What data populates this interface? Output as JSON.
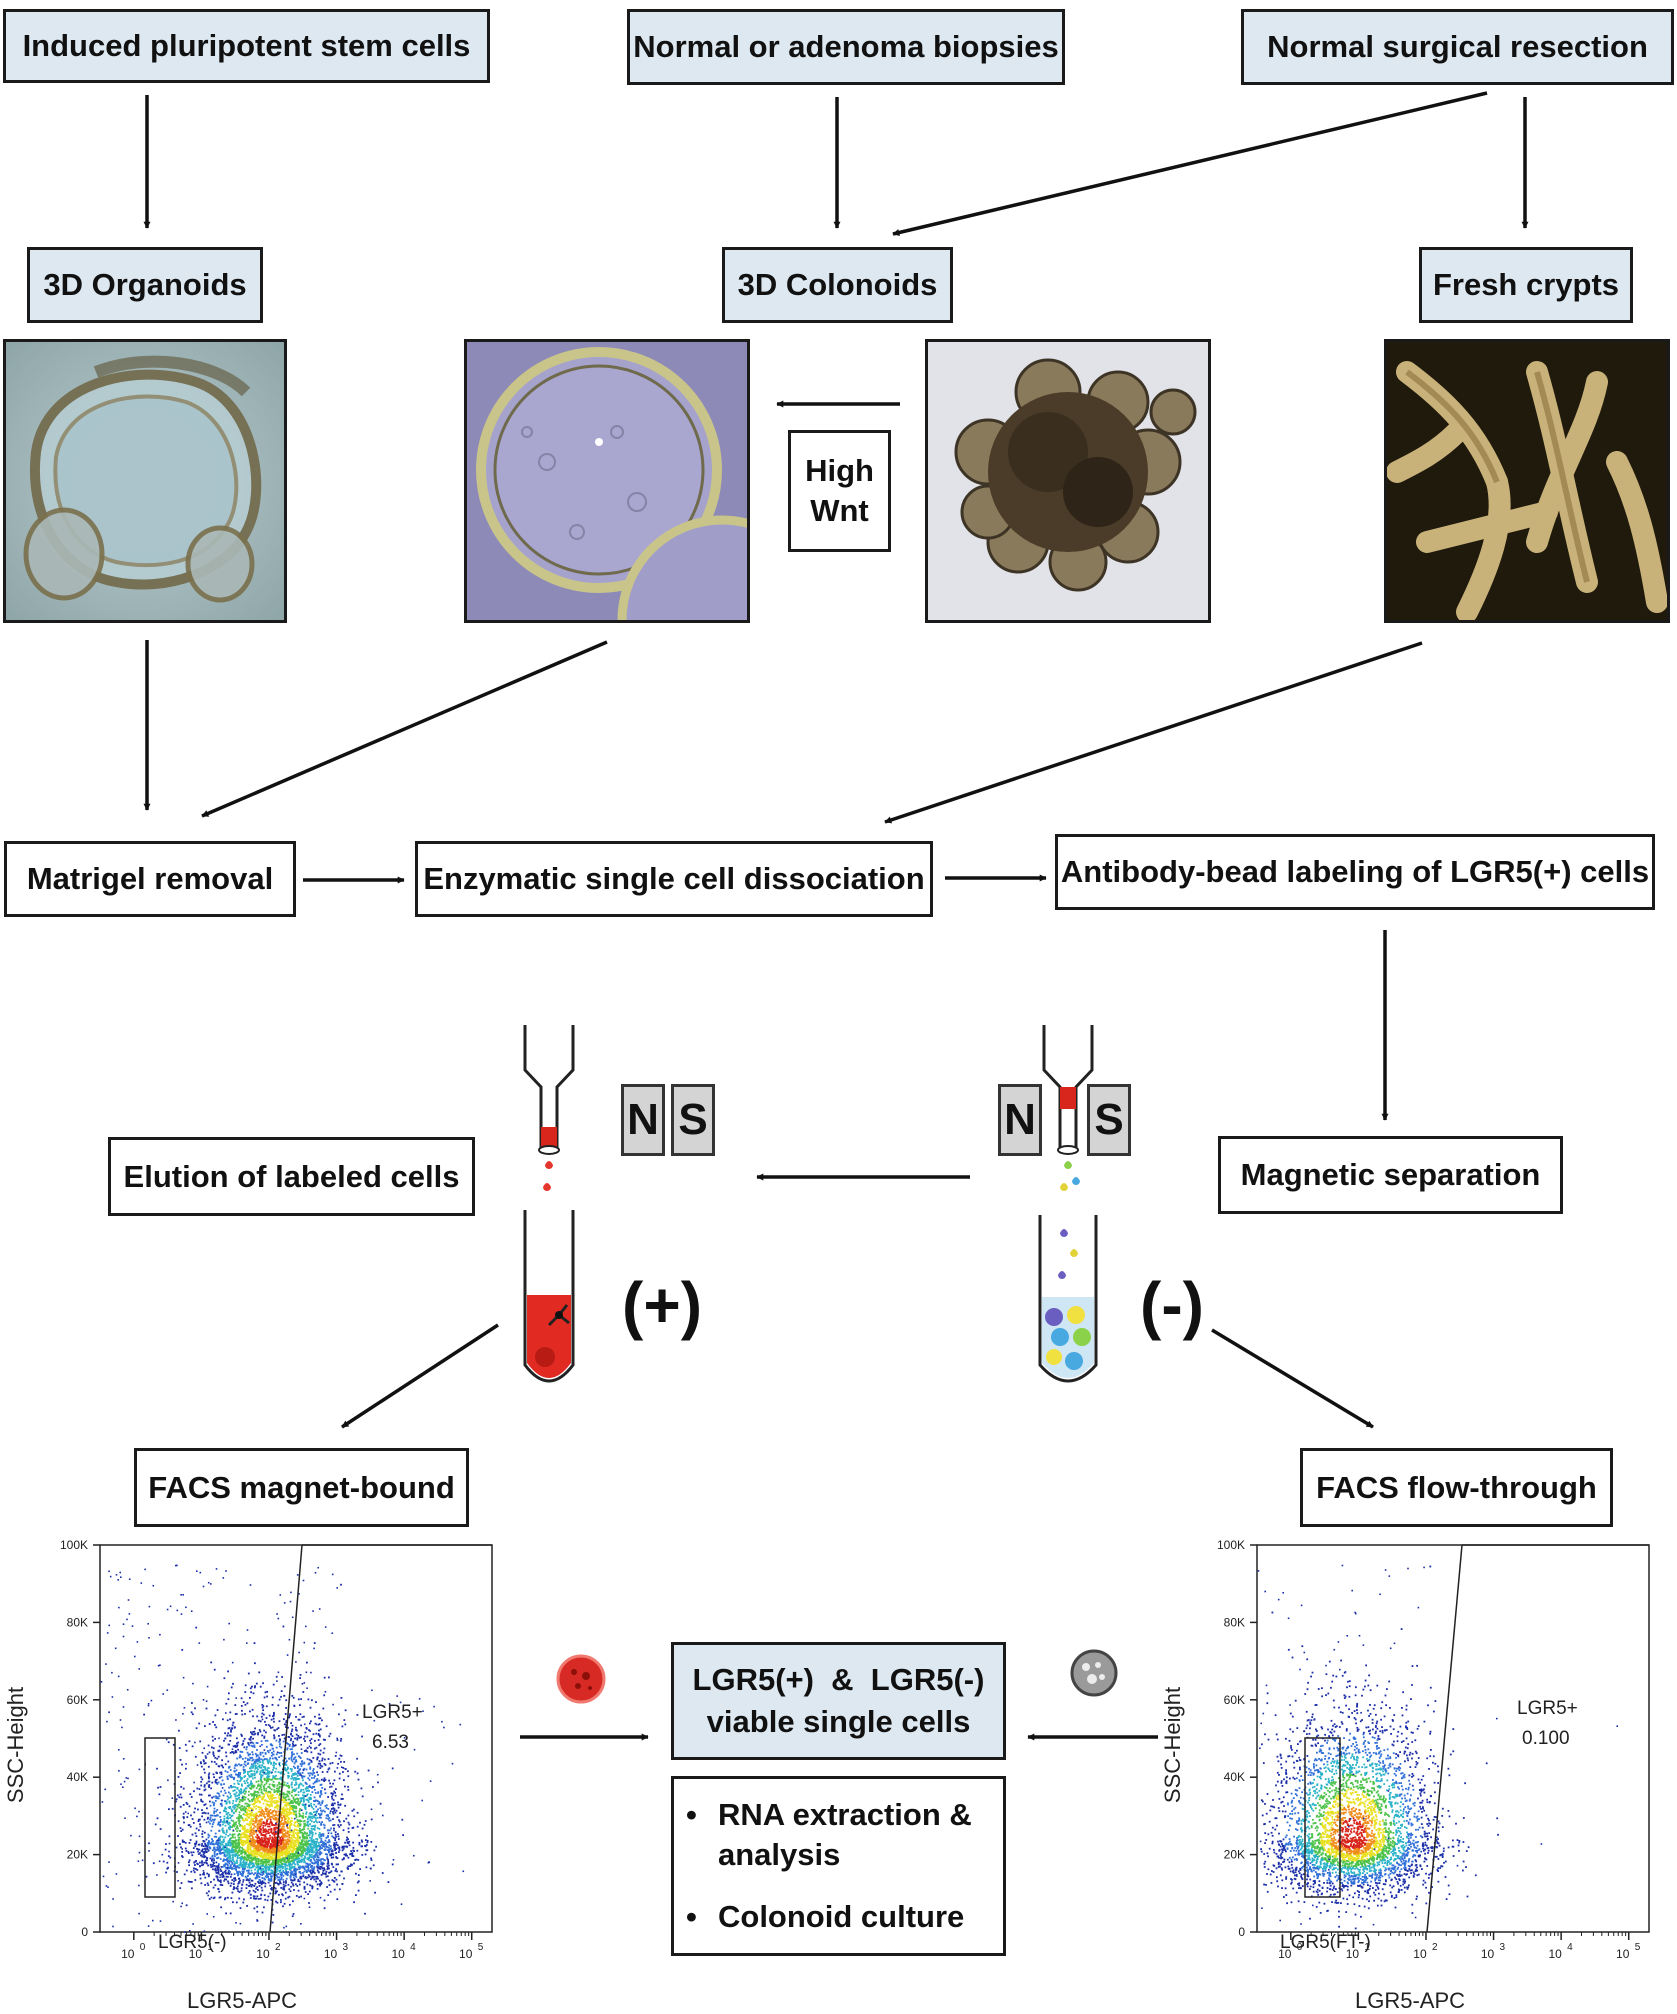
{
  "sources": {
    "ipsc": "Induced pluripotent stem cells",
    "biopsies": "Normal or adenoma biopsies",
    "resection": "Normal surgical resection"
  },
  "cultures": {
    "organoids": "3D Organoids",
    "colonoids": "3D Colonoids",
    "crypts": "Fresh crypts"
  },
  "wnt_label": [
    "High",
    "Wnt"
  ],
  "steps": {
    "matrigel": "Matrigel removal",
    "dissociation": "Enzymatic single cell dissociation",
    "labeling": "Antibody-bead labeling of LGR5(+) cells",
    "magnetic": "Magnetic separation",
    "elution": "Elution of labeled cells"
  },
  "magnets": {
    "north": "N",
    "south": "S"
  },
  "signs": {
    "positive": "(+)",
    "negative": "(-)"
  },
  "facs": {
    "bound_title": "FACS magnet-bound",
    "flow_title": "FACS flow-through"
  },
  "result": {
    "line1": "LGR5(+)  &  LGR5(-)",
    "line2": "viable single cells",
    "bullets": [
      "RNA extraction & analysis",
      "Colonoid culture"
    ]
  },
  "chart_data": [
    {
      "type": "scatter",
      "title": "FACS magnet-bound",
      "xlabel": "LGR5-APC",
      "ylabel": "SSC-Height",
      "xscale": "log",
      "x_ticks": [
        "10^0",
        "10^1",
        "10^2",
        "10^3",
        "10^4",
        "10^5"
      ],
      "y_ticks": [
        "0",
        "20K",
        "40K",
        "60K",
        "80K",
        "100K"
      ],
      "ylim": [
        0,
        100000
      ],
      "gates": [
        {
          "name": "LGR5+",
          "value": "6.53"
        },
        {
          "name": "LGR5(-)",
          "value": ""
        }
      ],
      "density_peak": {
        "x": 100,
        "y": 24000
      },
      "colormap": [
        "#1b2ea8",
        "#2f6fd8",
        "#2bb2c9",
        "#4cc24a",
        "#e8e020",
        "#f08c1a",
        "#d8231a"
      ]
    },
    {
      "type": "scatter",
      "title": "FACS flow-through",
      "xlabel": "LGR5-APC",
      "ylabel": "SSC-Height",
      "xscale": "log",
      "x_ticks": [
        "10^0",
        "10^1",
        "10^2",
        "10^3",
        "10^4",
        "10^5"
      ],
      "y_ticks": [
        "0",
        "20K",
        "40K",
        "60K",
        "80K",
        "100K"
      ],
      "ylim": [
        0,
        100000
      ],
      "gates": [
        {
          "name": "LGR5+",
          "value": "0.100"
        },
        {
          "name": "LGR5(FT-)",
          "value": ""
        }
      ],
      "density_peak": {
        "x": 8,
        "y": 24000
      },
      "colormap": [
        "#1b2ea8",
        "#2f6fd8",
        "#2bb2c9",
        "#4cc24a",
        "#e8e020",
        "#f08c1a",
        "#d8231a"
      ]
    }
  ]
}
